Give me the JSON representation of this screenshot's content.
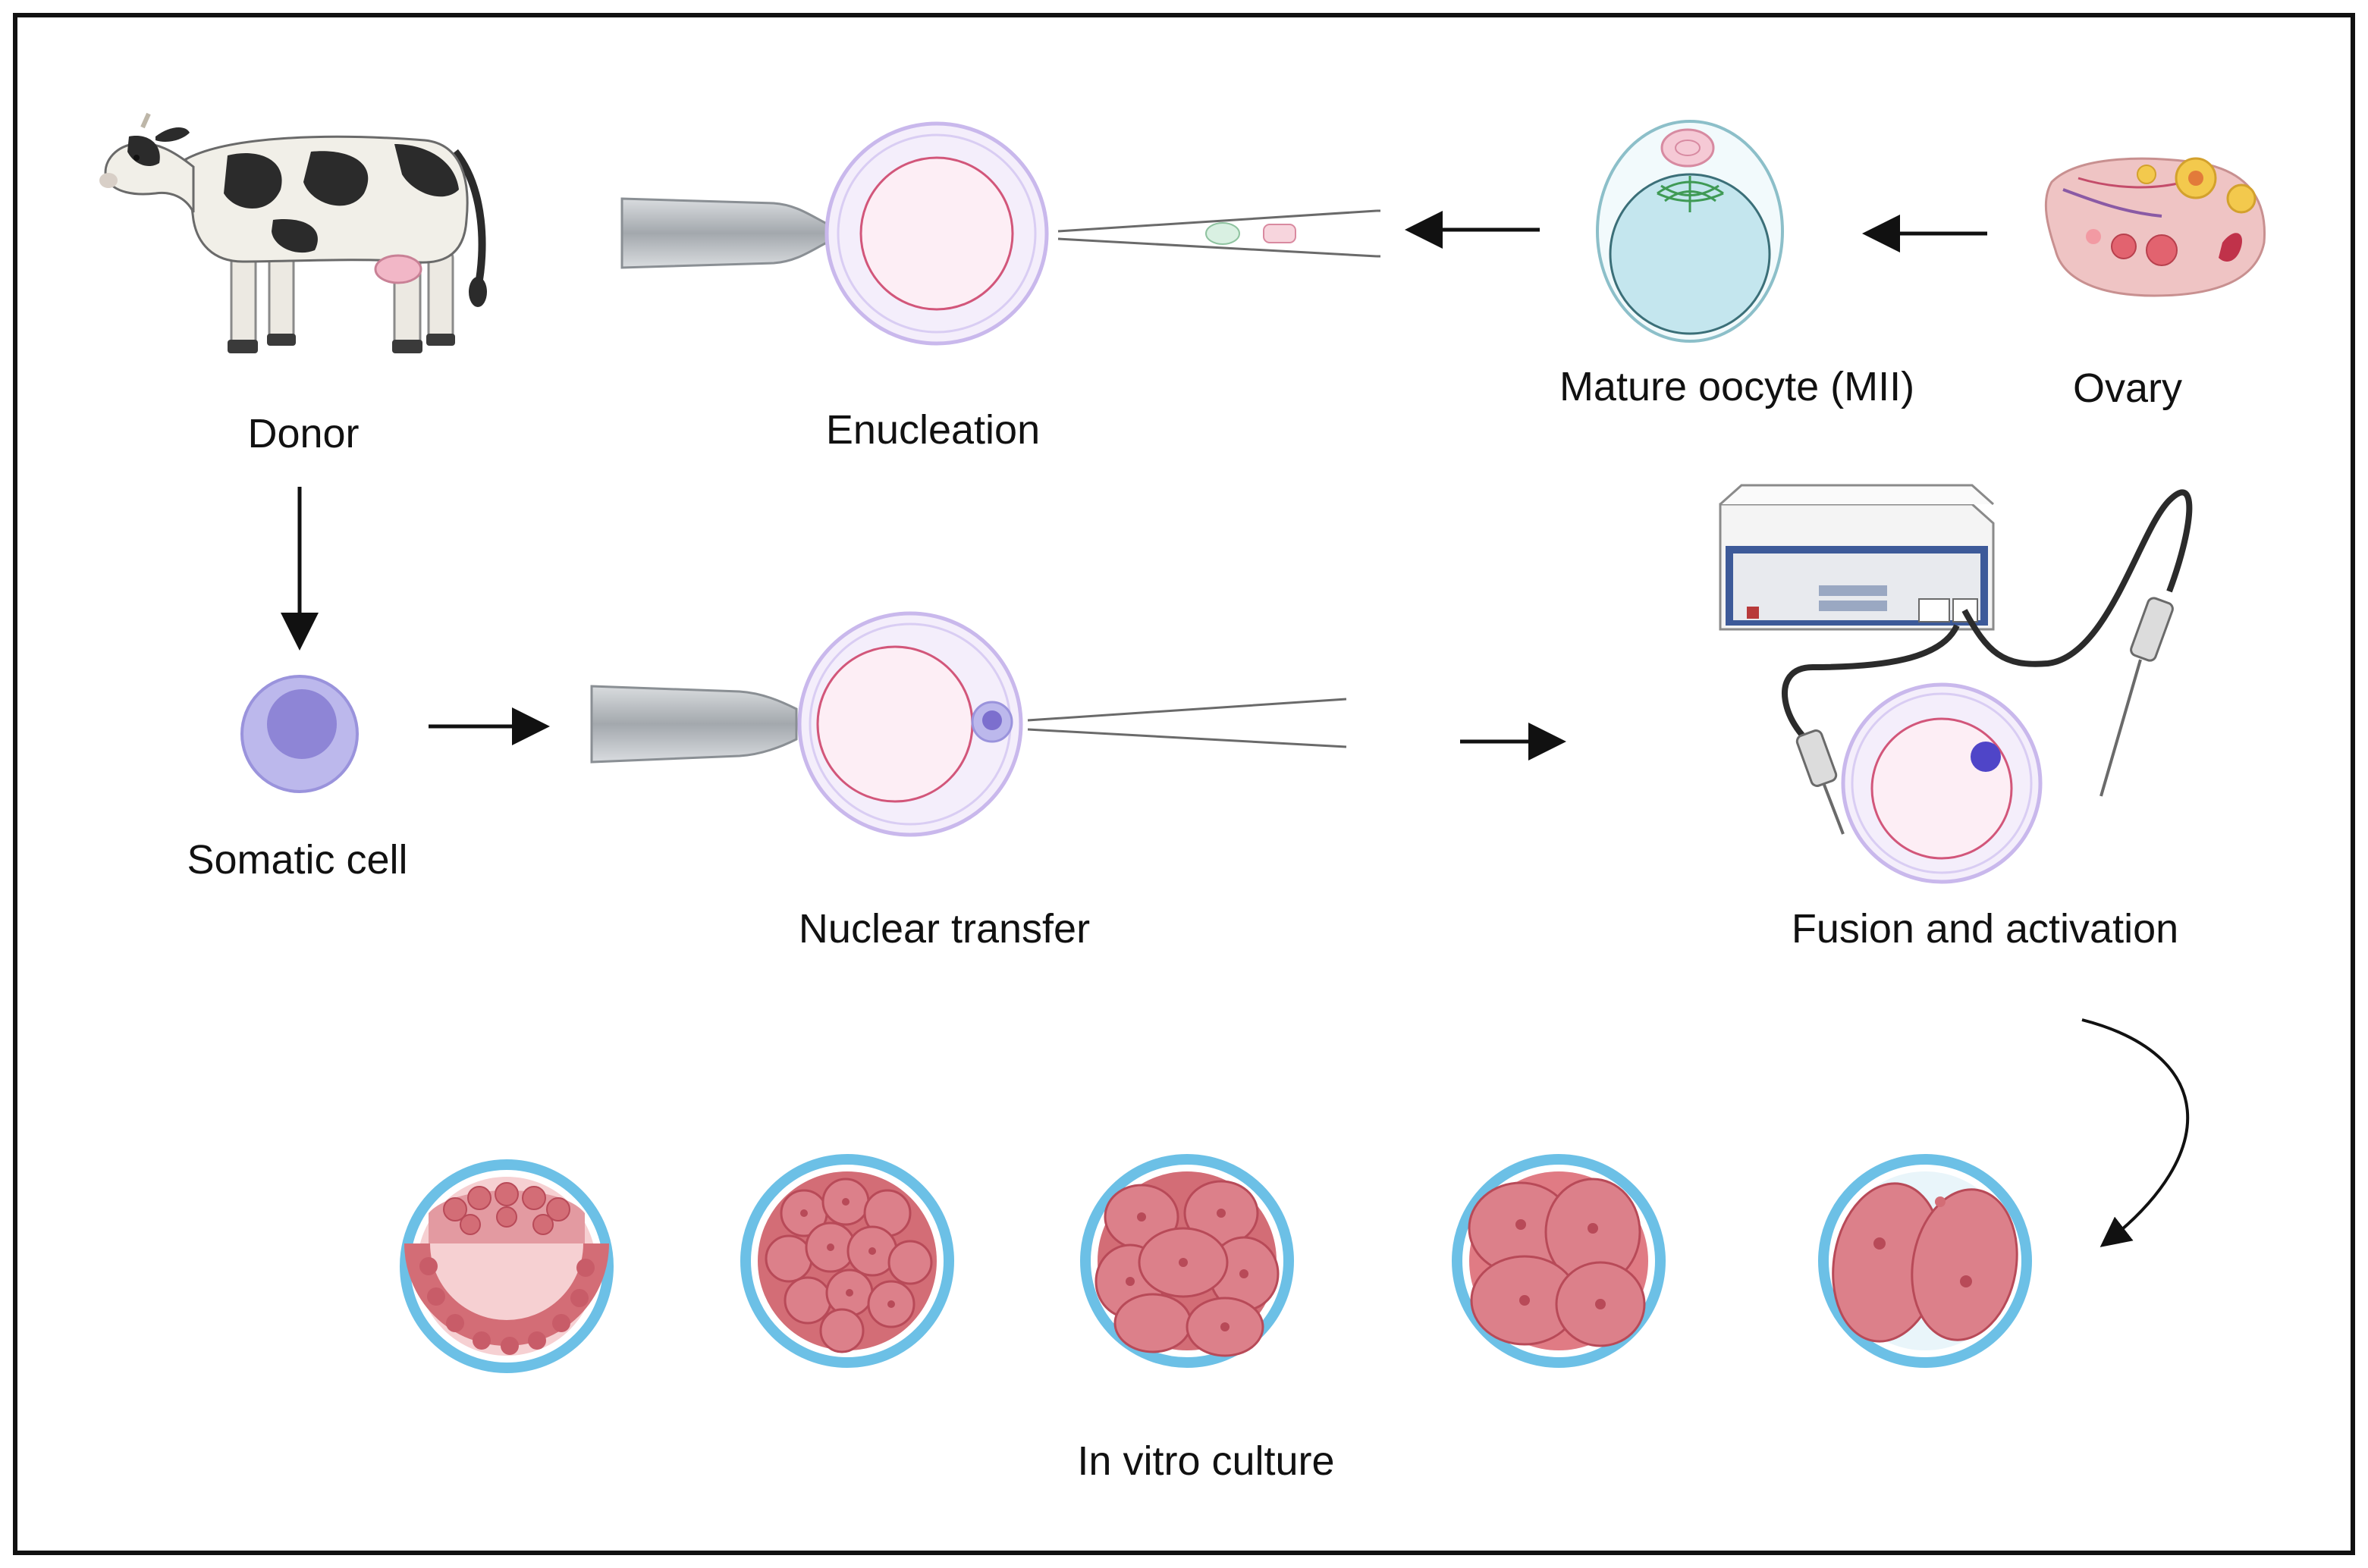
{
  "labels": {
    "donor": "Donor",
    "enucleation": "Enucleation",
    "mature_oocyte": "Mature oocyte (MII)",
    "ovary": "Ovary",
    "somatic_cell": "Somatic cell",
    "nuclear_transfer": "Nuclear transfer",
    "fusion_activation": "Fusion and activation",
    "in_vitro_culture": "In vitro culture"
  },
  "colors": {
    "frame": "#111111",
    "arrow": "#111111",
    "zona": "#c9b8ec",
    "ooplasm": "#fdeef5",
    "oolemma": "#d2567a",
    "somatic_cell": "#9a93dc",
    "somatic_nucleus": "#7c6fce",
    "mii_cytoplasm": "#c4e6ee",
    "spindle": "#3f9a55",
    "embryo_ring": "#6cc0e6",
    "blastomere": "#d36d76",
    "blastomere_dark": "#b84a58",
    "blastocoel": "#f6d0d2",
    "pipette": "#9ea3a8",
    "fusion_box": "#3d5a99",
    "ovary_tissue": "#efc4c4"
  }
}
